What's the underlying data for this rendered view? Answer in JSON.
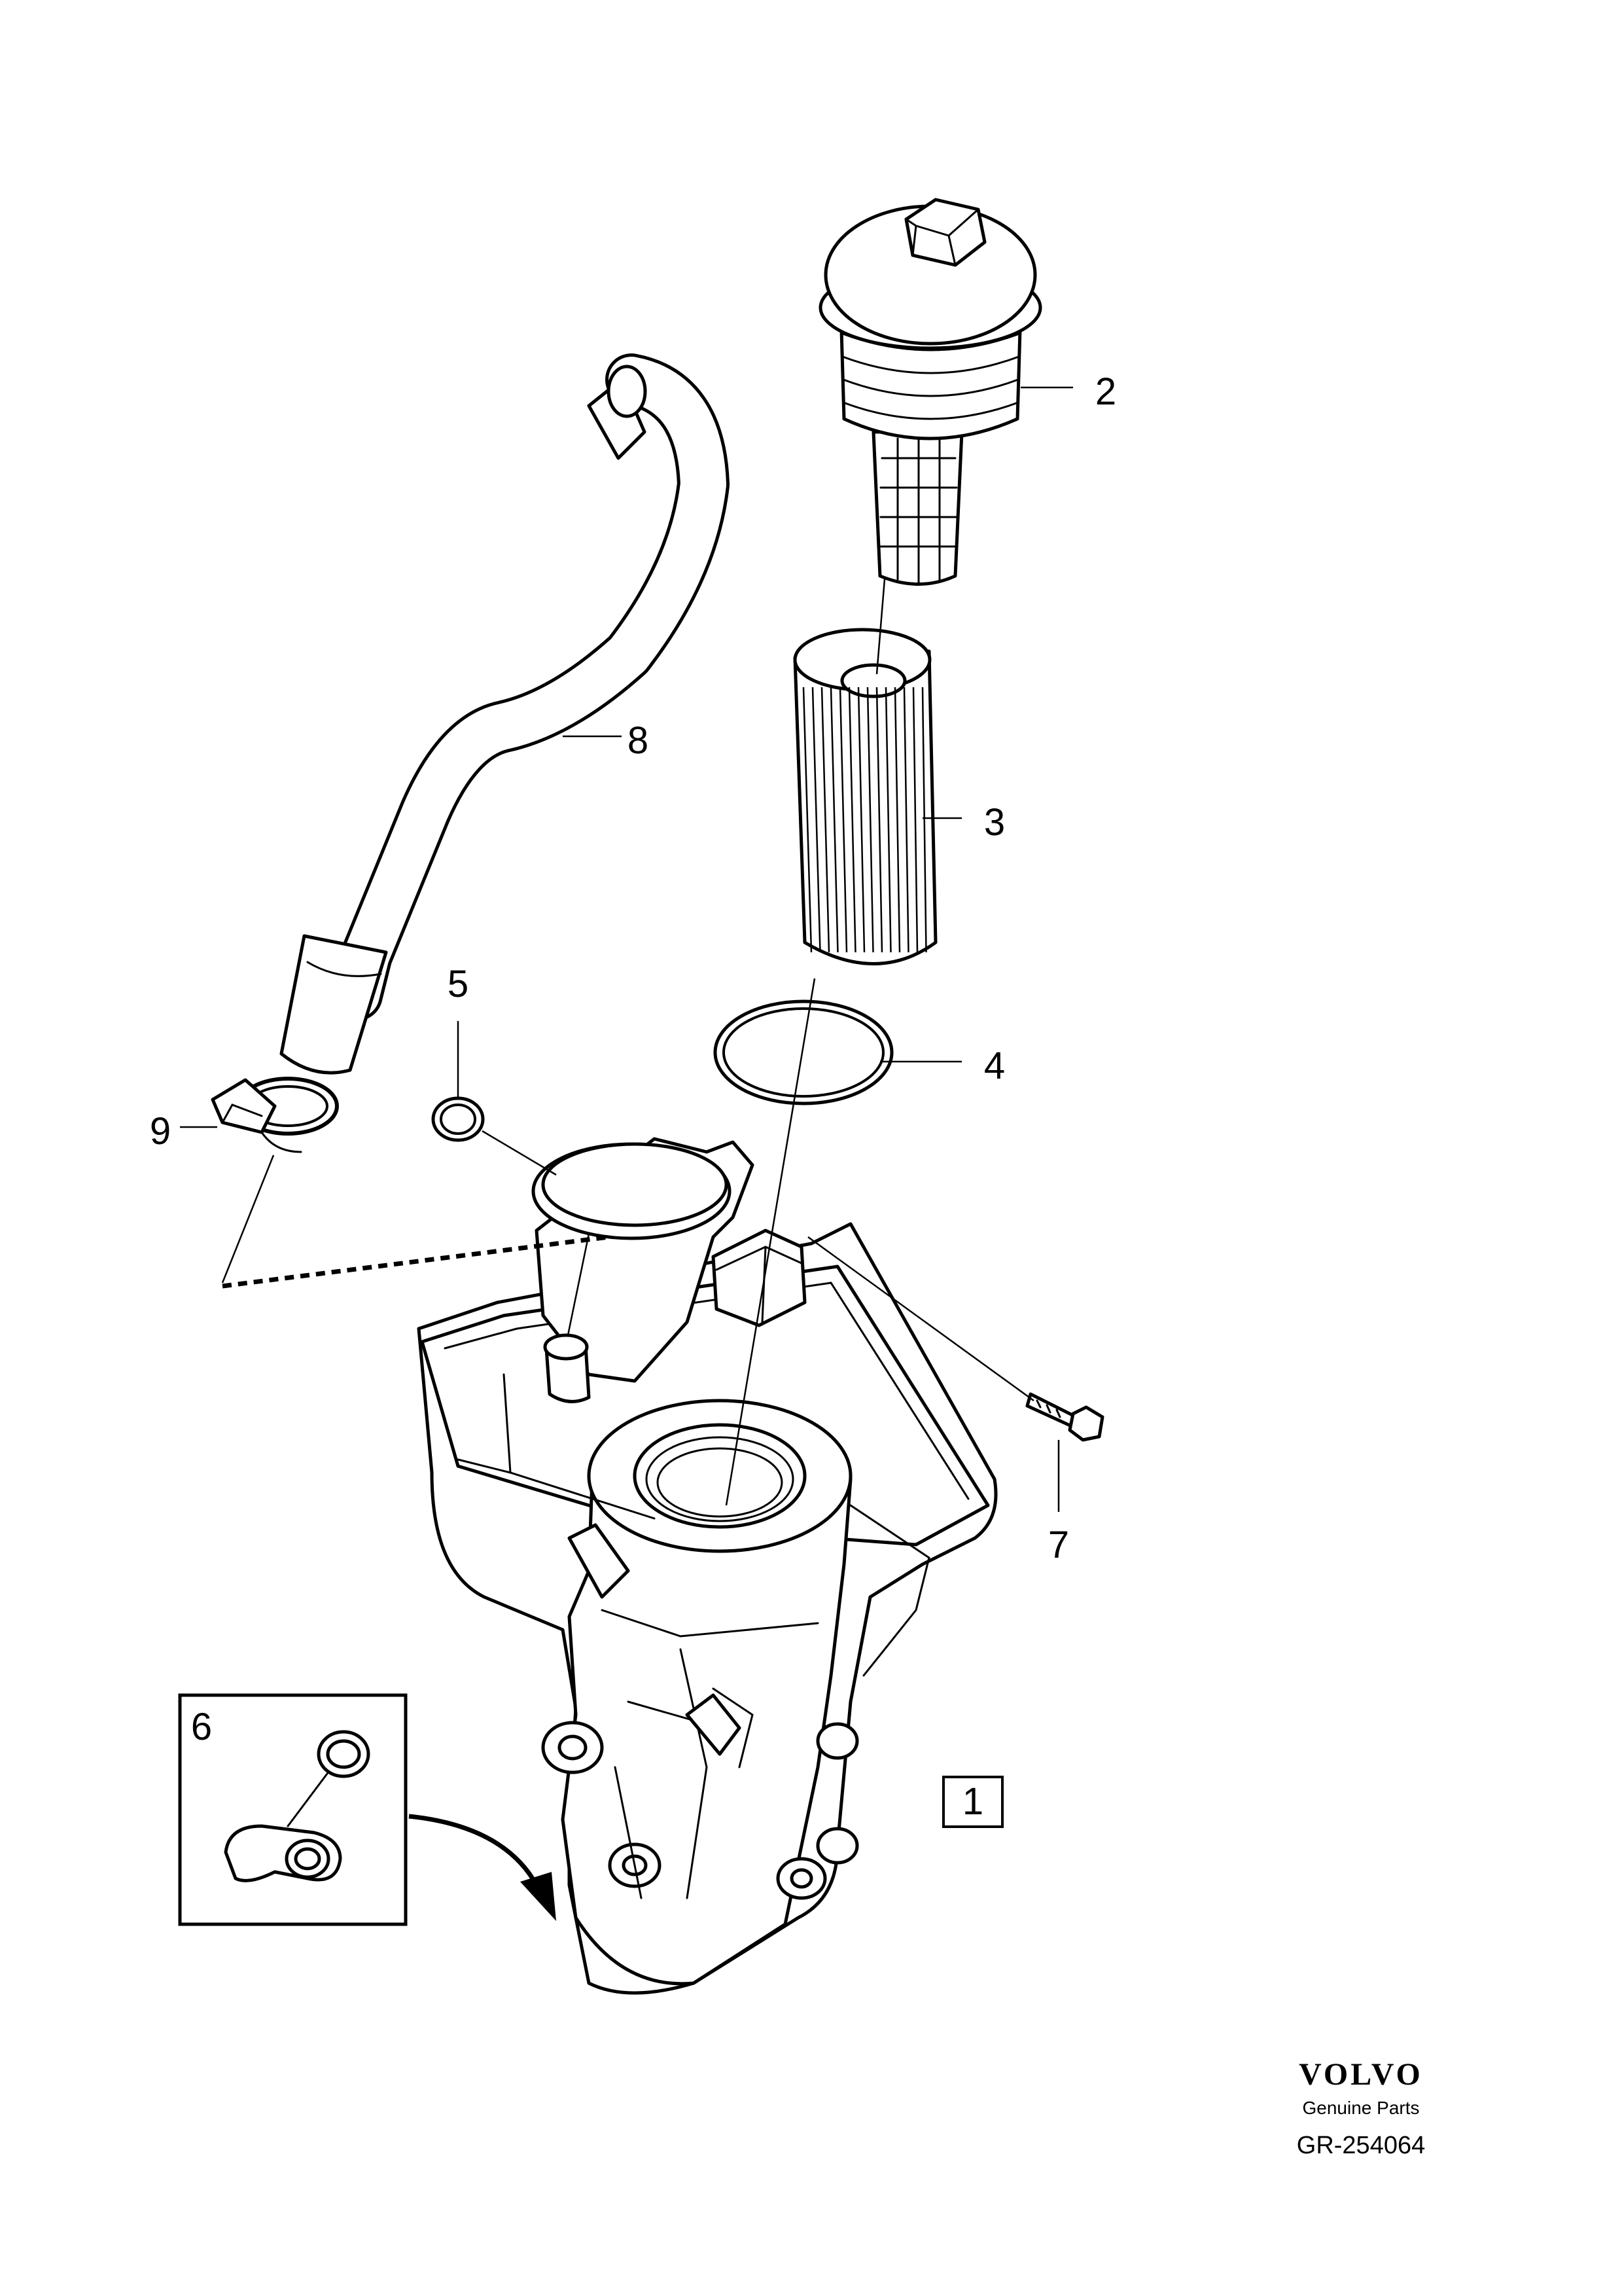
{
  "callouts": {
    "c1": "1",
    "c2": "2",
    "c3": "3",
    "c4": "4",
    "c5": "5",
    "c6": "6",
    "c7": "7",
    "c8": "8",
    "c9": "9"
  },
  "footer": {
    "brand": "VOLVO",
    "subtitle": "Genuine Parts",
    "code": "GR-254064"
  }
}
